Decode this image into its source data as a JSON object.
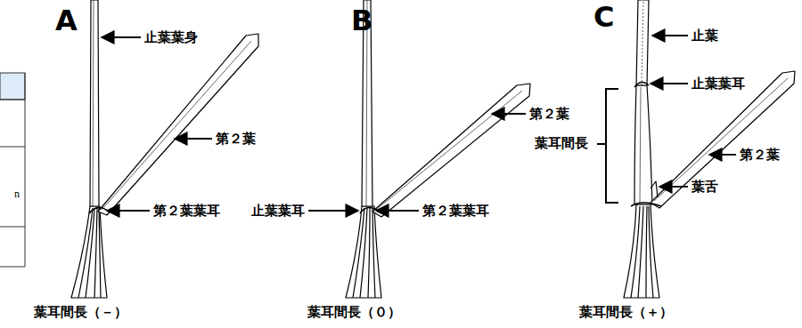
{
  "diagram": {
    "labels": [
      "A",
      "止葉葉身",
      "第２葉",
      "第２葉葉耳",
      "葉耳間長（－）",
      "B",
      "第２葉",
      "止葉葉耳",
      "第２葉葉耳",
      "葉耳間長（０）",
      "C",
      "止葉",
      "止葉葉耳",
      "葉耳間長",
      "第２葉",
      "葉舌",
      "葉耳間長（＋）",
      "n"
    ]
  }
}
